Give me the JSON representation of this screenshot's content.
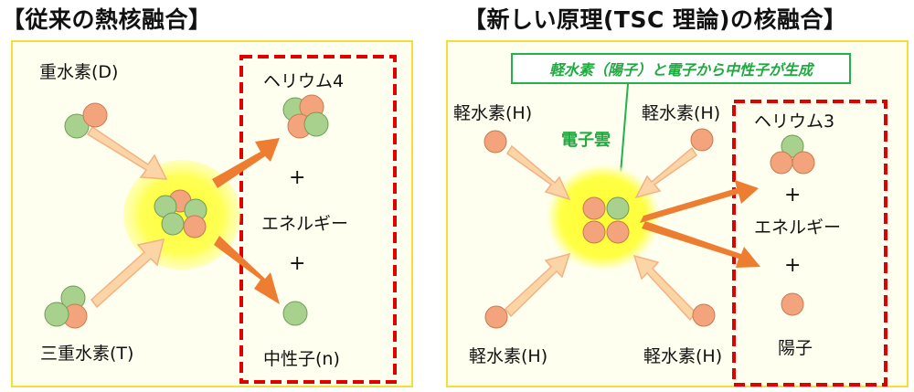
{
  "left": {
    "title": "【従来の熱核融合】",
    "deuterium": "重水素(D)",
    "tritium": "三重水素(T)",
    "helium": "ヘリウム4",
    "plus1": "+",
    "energy": "エネルギー",
    "plus2": "+",
    "neutron": "中性子(n)"
  },
  "right": {
    "title": "【新しい原理(TSC 理論)の核融合】",
    "annotation": "軽水素（陽子）と電子から中性子が生成",
    "electron_cloud": "電子雲",
    "h_top_left": "軽水素(H)",
    "h_top_right": "軽水素(H)",
    "h_bottom_left": "軽水素(H)",
    "h_bottom_right": "軽水素(H)",
    "helium": "ヘリウム3",
    "plus1": "+",
    "energy": "エネルギー",
    "plus2": "+",
    "proton": "陽子"
  },
  "colors": {
    "proton": "#f4a47c",
    "neutron": "#a9d18e",
    "arrow_light": "#fbd5a5",
    "arrow_dark": "#ed7d31",
    "glow": "#ffff66",
    "dashed_box": "#e00000",
    "annotation": "#1faa3f"
  }
}
